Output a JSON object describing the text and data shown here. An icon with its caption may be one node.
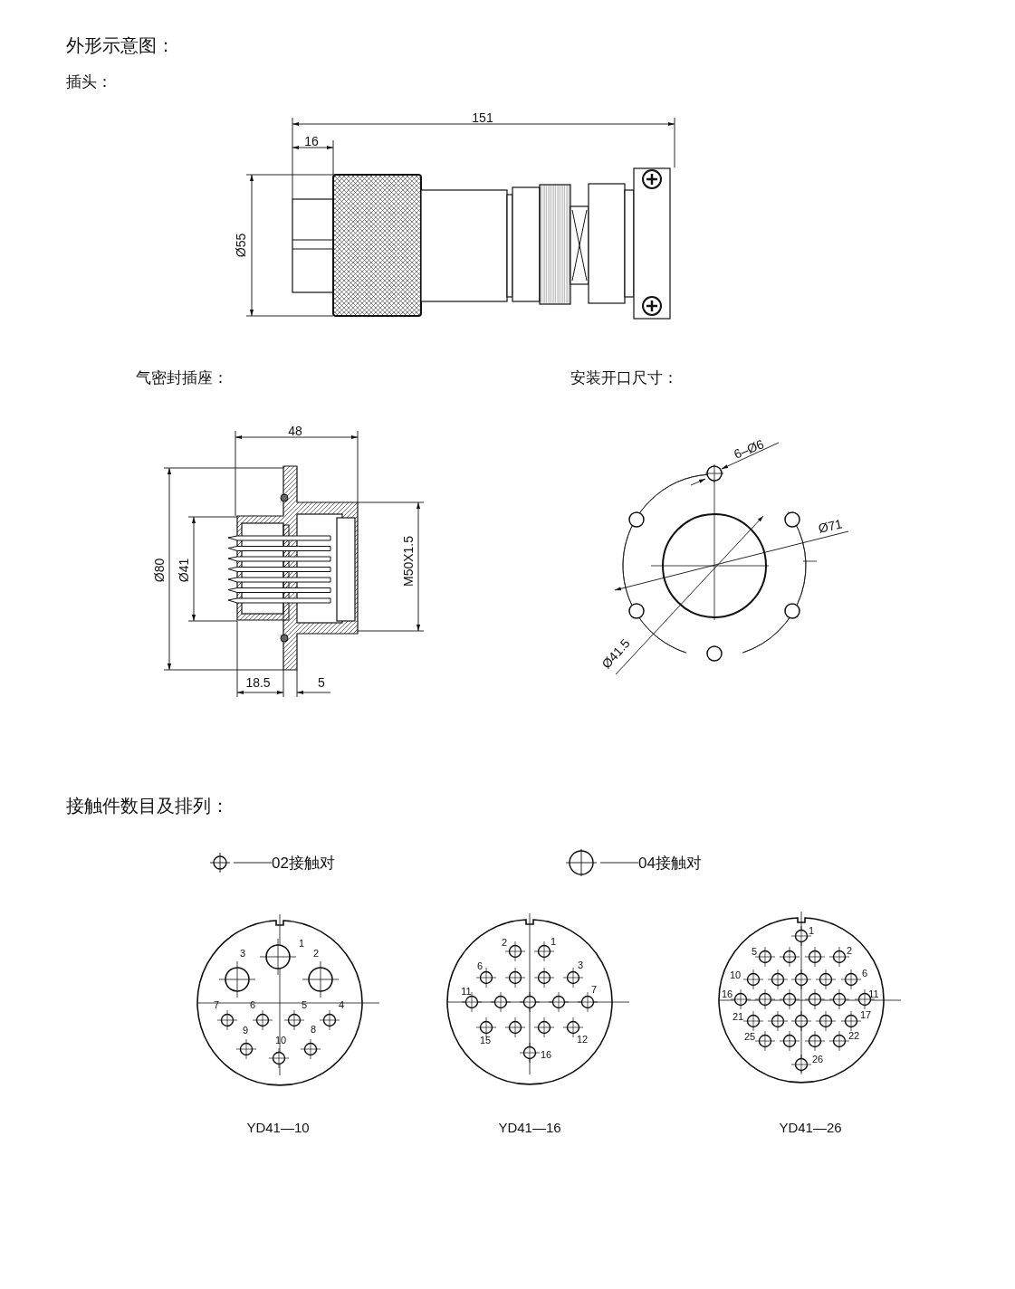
{
  "diagram": {
    "labels": [
      "外形示意图：",
      "插头：",
      "151",
      "16",
      "Ø55",
      "气密封插座：",
      "安装开口尺寸：",
      "48",
      "Ø80",
      "Ø41",
      "M50X1.5",
      "18.5",
      "5",
      "6–Ø6",
      "Ø71",
      "Ø41.5",
      "接触件数目及排列：",
      "1",
      "3",
      "2",
      "7",
      "6",
      "5",
      "4",
      "9",
      "8",
      "10",
      "YD41—10",
      "2",
      "1",
      "6",
      "3",
      "11",
      "7",
      "15",
      "12",
      "16",
      "YD41—16",
      "1",
      "5",
      "2",
      "10",
      "6",
      "16",
      "11",
      "21",
      "17",
      "25",
      "22",
      "26",
      "YD41—26"
    ],
    "legend": [
      {
        "text": "02接触对"
      },
      {
        "text": "04接触对"
      }
    ]
  }
}
